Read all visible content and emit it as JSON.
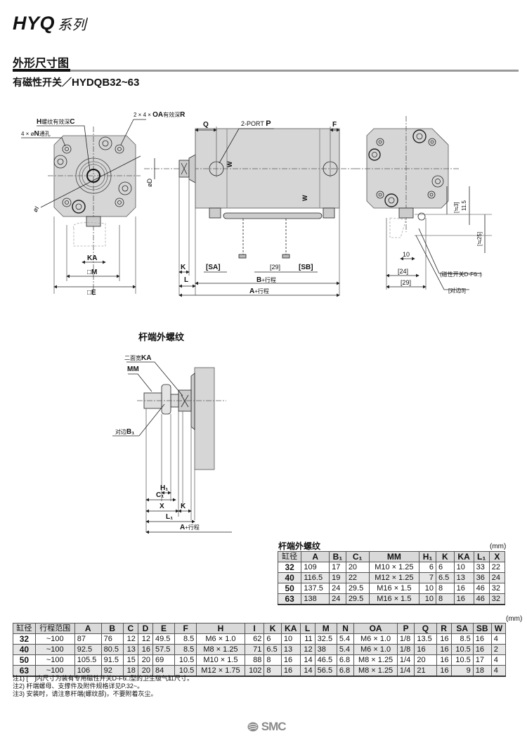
{
  "header": {
    "series": "HYQ",
    "series_suffix": "系列",
    "section_title": "外形尺寸图",
    "subtitle_prefix": "有磁性开关／",
    "subtitle_model": "HYDQB32~63"
  },
  "drawing_labels": {
    "h_thread": "H",
    "h_thread_text": "螺纹有效深",
    "h_thread_c": "C",
    "n_hole_prefix": "4 × ø",
    "n_hole_n": "N",
    "n_hole_text": "通孔",
    "oa_prefix": "2 × 4 × ",
    "oa_oa": "OA",
    "oa_text": "有效深",
    "oa_r": "R",
    "phi_i": "øI",
    "phi_d": "øD",
    "ka": "KA",
    "m": "□M",
    "e": "□E",
    "q": "Q",
    "port": "2-PORT ",
    "port_p": "P",
    "f": "F",
    "w": "W",
    "k": "K",
    "l": "L",
    "sa": "[SA]",
    "d29": "[29]",
    "sb": "[SB]",
    "b_stroke": "B",
    "a_stroke": "A",
    "stroke_text": "+行程",
    "dim_3": "[≒3]",
    "dim_11_5": "11.5",
    "dim_25": "[≒25]",
    "dim_10": "10",
    "dim_24": "[24]",
    "dim_29": "[29]",
    "switch_label": "(磁性开关D-F6□)",
    "flat_label": "[对边3]"
  },
  "rod_figure": {
    "title": "杆端外螺纹",
    "ka_text": "二面宽",
    "ka": "KA",
    "mm": "MM",
    "b1_text": "对边",
    "b1": "B₁",
    "h1": "H₁",
    "c1": "C₁",
    "x": "X",
    "k": "K",
    "l1": "L₁",
    "a": "A",
    "stroke_text": "+行程"
  },
  "rod_table": {
    "title": "杆端外螺纹",
    "unit": "(mm)",
    "headers": [
      "缸径",
      "A",
      "B₁",
      "C₁",
      "MM",
      "H₁",
      "K",
      "KA",
      "L₁",
      "X"
    ],
    "rows": [
      [
        "32",
        "109",
        "17",
        "20",
        "M10 × 1.25",
        "6",
        "6",
        "10",
        "33",
        "22"
      ],
      [
        "40",
        "116.5",
        "19",
        "22",
        "M12 × 1.25",
        "7",
        "6.5",
        "13",
        "36",
        "24"
      ],
      [
        "50",
        "137.5",
        "24",
        "29.5",
        "M16 × 1.5",
        "10",
        "8",
        "16",
        "46",
        "32"
      ],
      [
        "63",
        "138",
        "24",
        "29.5",
        "M16 × 1.5",
        "10",
        "8",
        "16",
        "46",
        "32"
      ]
    ]
  },
  "main_table": {
    "unit": "(mm)",
    "headers": [
      "缸径",
      "行程范围",
      "A",
      "B",
      "C",
      "D",
      "E",
      "F",
      "H",
      "I",
      "K",
      "KA",
      "L",
      "M",
      "N",
      "OA",
      "P",
      "Q",
      "R",
      "SA",
      "SB",
      "W"
    ],
    "rows": [
      [
        "32",
        "~100",
        "87",
        "76",
        "12",
        "12",
        "49.5",
        "8.5",
        "M6 × 1.0",
        "62",
        "6",
        "10",
        "11",
        "32.5",
        "5.4",
        "M6 × 1.0",
        "1/8",
        "13.5",
        "16",
        "8.5",
        "16",
        "4"
      ],
      [
        "40",
        "~100",
        "92.5",
        "80.5",
        "13",
        "16",
        "57.5",
        "8.5",
        "M8 × 1.25",
        "71",
        "6.5",
        "13",
        "12",
        "38",
        "5.4",
        "M6 × 1.0",
        "1/8",
        "16",
        "16",
        "10.5",
        "16",
        "2"
      ],
      [
        "50",
        "~100",
        "105.5",
        "91.5",
        "15",
        "20",
        "69",
        "10.5",
        "M10 × 1.5",
        "88",
        "8",
        "16",
        "14",
        "46.5",
        "6.8",
        "M8 × 1.25",
        "1/4",
        "20",
        "16",
        "10.5",
        "17",
        "4"
      ],
      [
        "63",
        "~100",
        "106",
        "92",
        "18",
        "20",
        "84",
        "10.5",
        "M12 × 1.75",
        "102",
        "8",
        "16",
        "14",
        "56.5",
        "6.8",
        "M8 × 1.25",
        "1/4",
        "21",
        "16",
        "9",
        "18",
        "4"
      ]
    ]
  },
  "notes": [
    "注1) [　]内尺寸为装有专用磁性开关D-F6□型的卫生级气缸尺寸。",
    "注2) 杆端螺母、支撑件及附件规格详见P.32~。",
    "注3) 安装时，请注意杆端(螺纹部)，不要附着灰尘。"
  ],
  "footer": {
    "logo_text": "SMC"
  },
  "colors": {
    "body_fill": "#d6d6d6",
    "header_fill": "#d9d9d9",
    "alt_row": "#e6e6e6",
    "rule": "#9a9a9a"
  }
}
